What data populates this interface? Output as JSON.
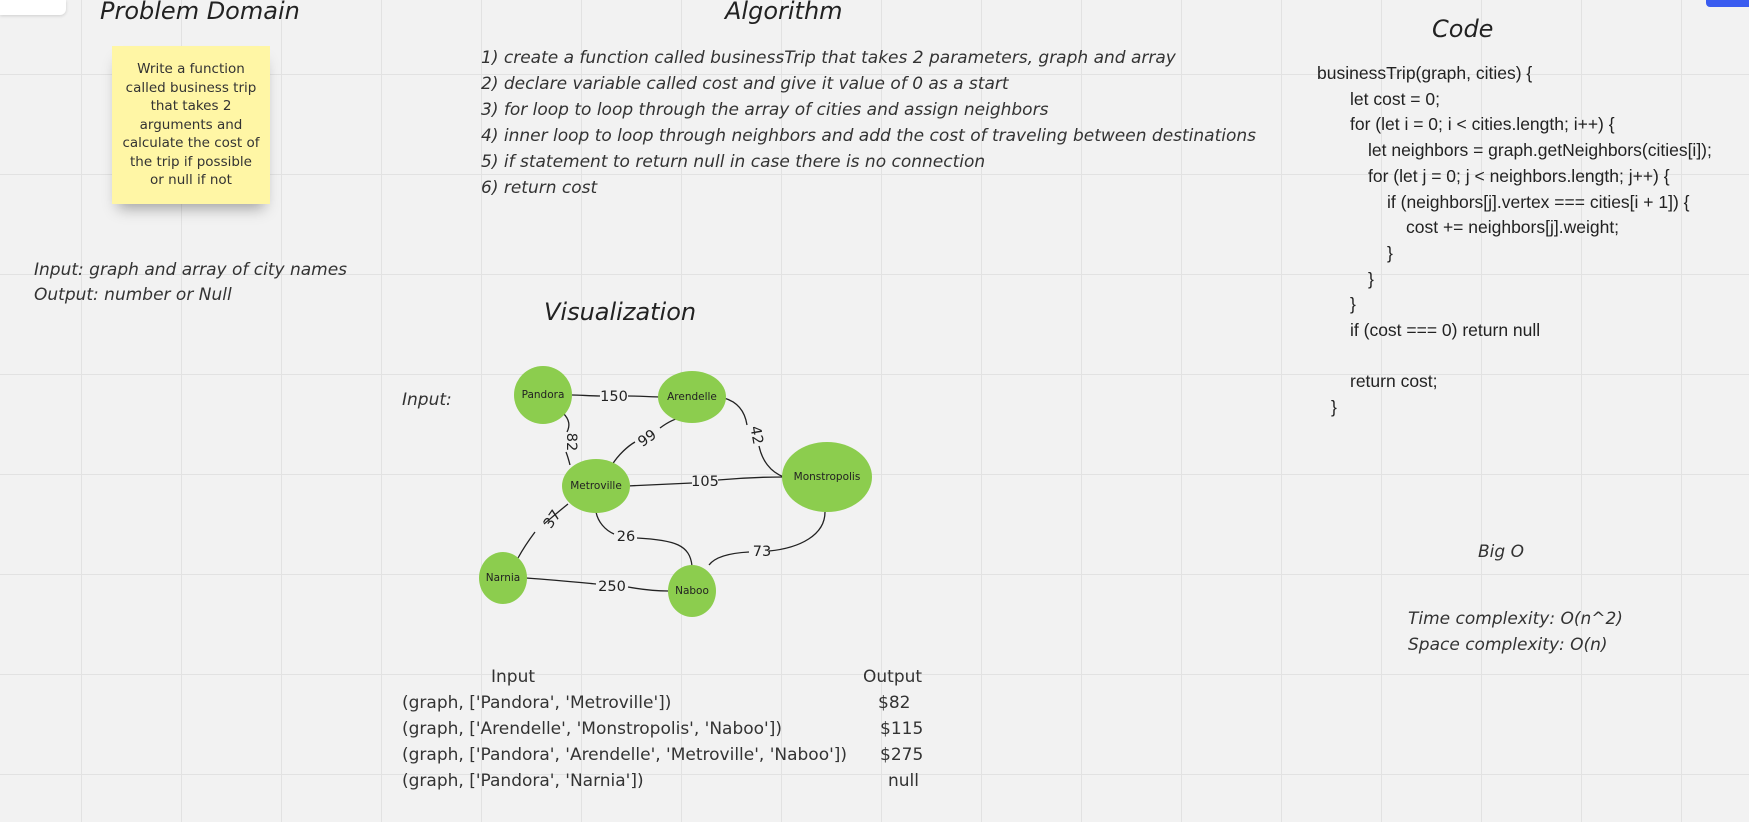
{
  "problem_domain": {
    "title": "Problem Domain",
    "sticky_note": "Write a function called business trip that takes 2 arguments and calculate the cost of the trip if possible or null if not",
    "input_line": "Input: graph and array of city names",
    "output_line": "Output: number or Null"
  },
  "algorithm": {
    "title": "Algorithm",
    "steps": [
      "1) create a function called businessTrip that takes 2 parameters, graph and array",
      "2) declare variable called cost and give it value of 0 as a start",
      "3) for loop to loop through the array of cities and assign neighbors",
      "4) inner loop to loop through neighbors and add the cost of traveling between destinations",
      "5) if statement to return null in case there is no connection",
      "6) return cost"
    ]
  },
  "visualization": {
    "title": "Visualization",
    "input_label": "Input:",
    "nodes": [
      {
        "id": "pandora",
        "label": "Pandora"
      },
      {
        "id": "arendelle",
        "label": "Arendelle"
      },
      {
        "id": "metroville",
        "label": "Metroville"
      },
      {
        "id": "monstropolis",
        "label": "Monstropolis"
      },
      {
        "id": "narnia",
        "label": "Narnia"
      },
      {
        "id": "naboo",
        "label": "Naboo"
      }
    ],
    "edges": [
      {
        "from": "pandora",
        "to": "arendelle",
        "weight": "150"
      },
      {
        "from": "pandora",
        "to": "metroville",
        "weight": "82"
      },
      {
        "from": "metroville",
        "to": "arendelle",
        "weight": "99"
      },
      {
        "from": "arendelle",
        "to": "monstropolis",
        "weight": "42"
      },
      {
        "from": "metroville",
        "to": "monstropolis",
        "weight": "105"
      },
      {
        "from": "metroville",
        "to": "narnia",
        "weight": "37"
      },
      {
        "from": "metroville",
        "to": "naboo",
        "weight": "26"
      },
      {
        "from": "naboo",
        "to": "monstropolis",
        "weight": "73"
      },
      {
        "from": "narnia",
        "to": "naboo",
        "weight": "250"
      }
    ],
    "node_color": "#8ccd4e",
    "table": {
      "input_header": "Input",
      "output_header": "Output",
      "rows": [
        {
          "input": "(graph, ['Pandora', 'Metroville'])",
          "output": "$82"
        },
        {
          "input": "(graph, ['Arendelle', 'Monstropolis', 'Naboo'])",
          "output": "$115"
        },
        {
          "input": "(graph, ['Pandora', 'Arendelle', 'Metroville', 'Naboo'])",
          "output": "$275"
        },
        {
          "input": "(graph, ['Pandora', 'Narnia'])",
          "output": "null"
        }
      ]
    }
  },
  "code": {
    "title": "Code",
    "lines": [
      "businessTrip(graph, cities) {",
      "let cost = 0;",
      "for (let i = 0; i < cities.length; i++) {",
      "let neighbors = graph.getNeighbors(cities[i]);",
      "for (let j = 0; j < neighbors.length; j++) {",
      "if (neighbors[j].vertex === cities[i + 1]) {",
      "cost += neighbors[j].weight;",
      "}",
      "}",
      "}",
      "if (cost === 0) return null",
      "",
      "return cost;",
      "}"
    ]
  },
  "big_o": {
    "title": "Big O",
    "time": "Time complexity: O(n^2)",
    "space": "Space complexity: O(n)"
  }
}
